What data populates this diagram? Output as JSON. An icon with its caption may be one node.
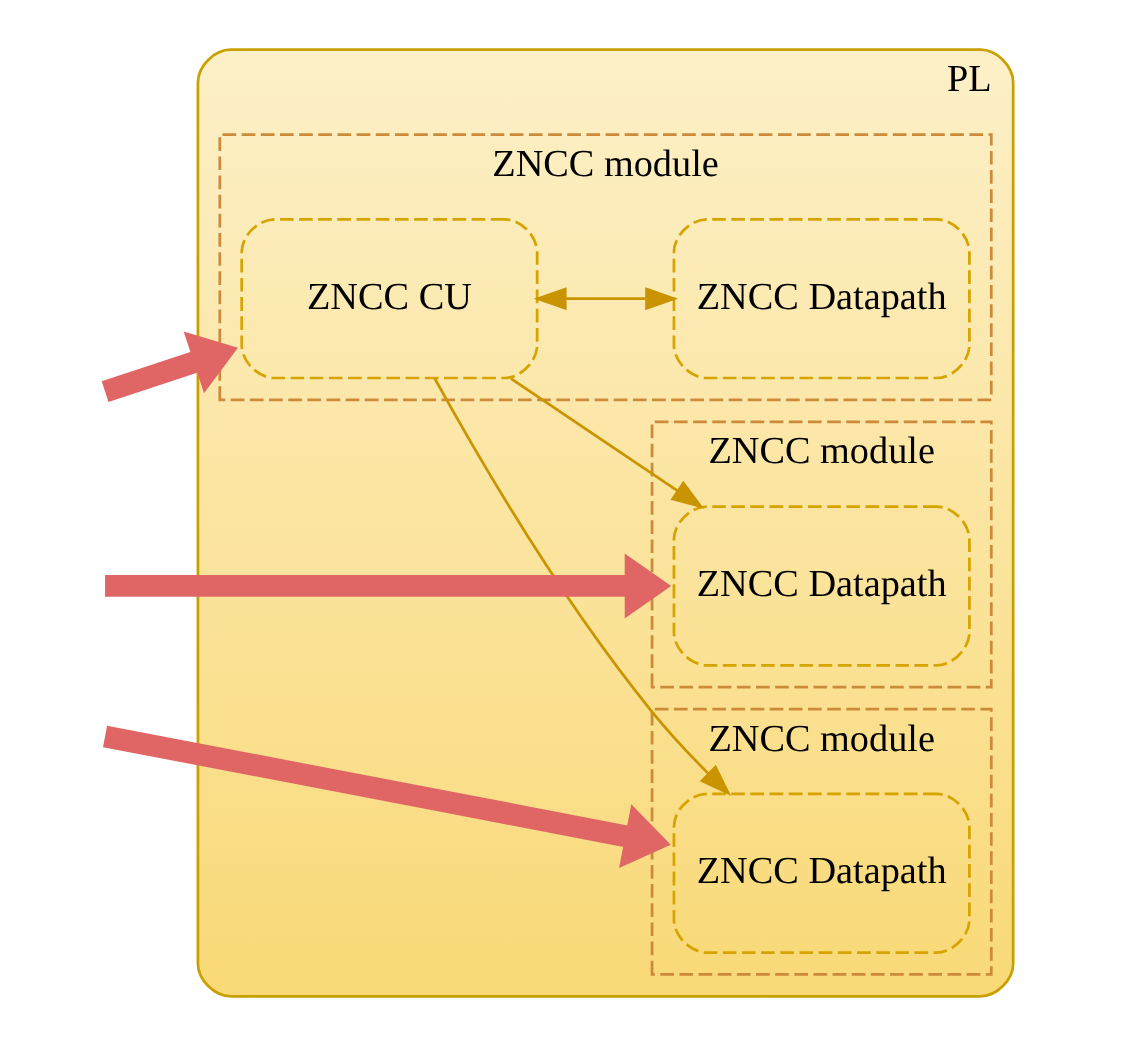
{
  "diagram": {
    "nodes": [
      {
        "text": [
          "PL"
        ]
      },
      {
        "text": [
          "ZNCC module"
        ],
        "in": 0
      },
      {
        "text": [
          "ZNCC CU"
        ],
        "in": 1
      },
      {
        "text": [
          "ZNCC Datapath"
        ],
        "in": 1
      },
      {
        "text": [
          "ZNCC module"
        ],
        "in": 0
      },
      {
        "text": [
          "ZNCC Datapath"
        ],
        "in": 4
      },
      {
        "text": [
          "ZNCC module"
        ],
        "in": 0
      },
      {
        "text": [
          "ZNCC Datapath"
        ],
        "in": 6
      }
    ],
    "edges": [
      {
        "from": null,
        "to": 1,
        "arrow": "to",
        "style": "thick",
        "color": "#e06666"
      },
      {
        "from": null,
        "to": 4,
        "arrow": "to",
        "style": "thick",
        "color": "#e06666"
      },
      {
        "from": null,
        "to": 6,
        "arrow": "to",
        "style": "thick",
        "color": "#e06666"
      },
      {
        "from": 2,
        "to": 3,
        "arrow": "both",
        "color": "#c99400"
      },
      {
        "from": 2,
        "to": 5,
        "arrow": "to",
        "color": "#c99400"
      },
      {
        "from": 2,
        "to": 7,
        "arrow": "to",
        "color": "#c99400"
      }
    ]
  }
}
